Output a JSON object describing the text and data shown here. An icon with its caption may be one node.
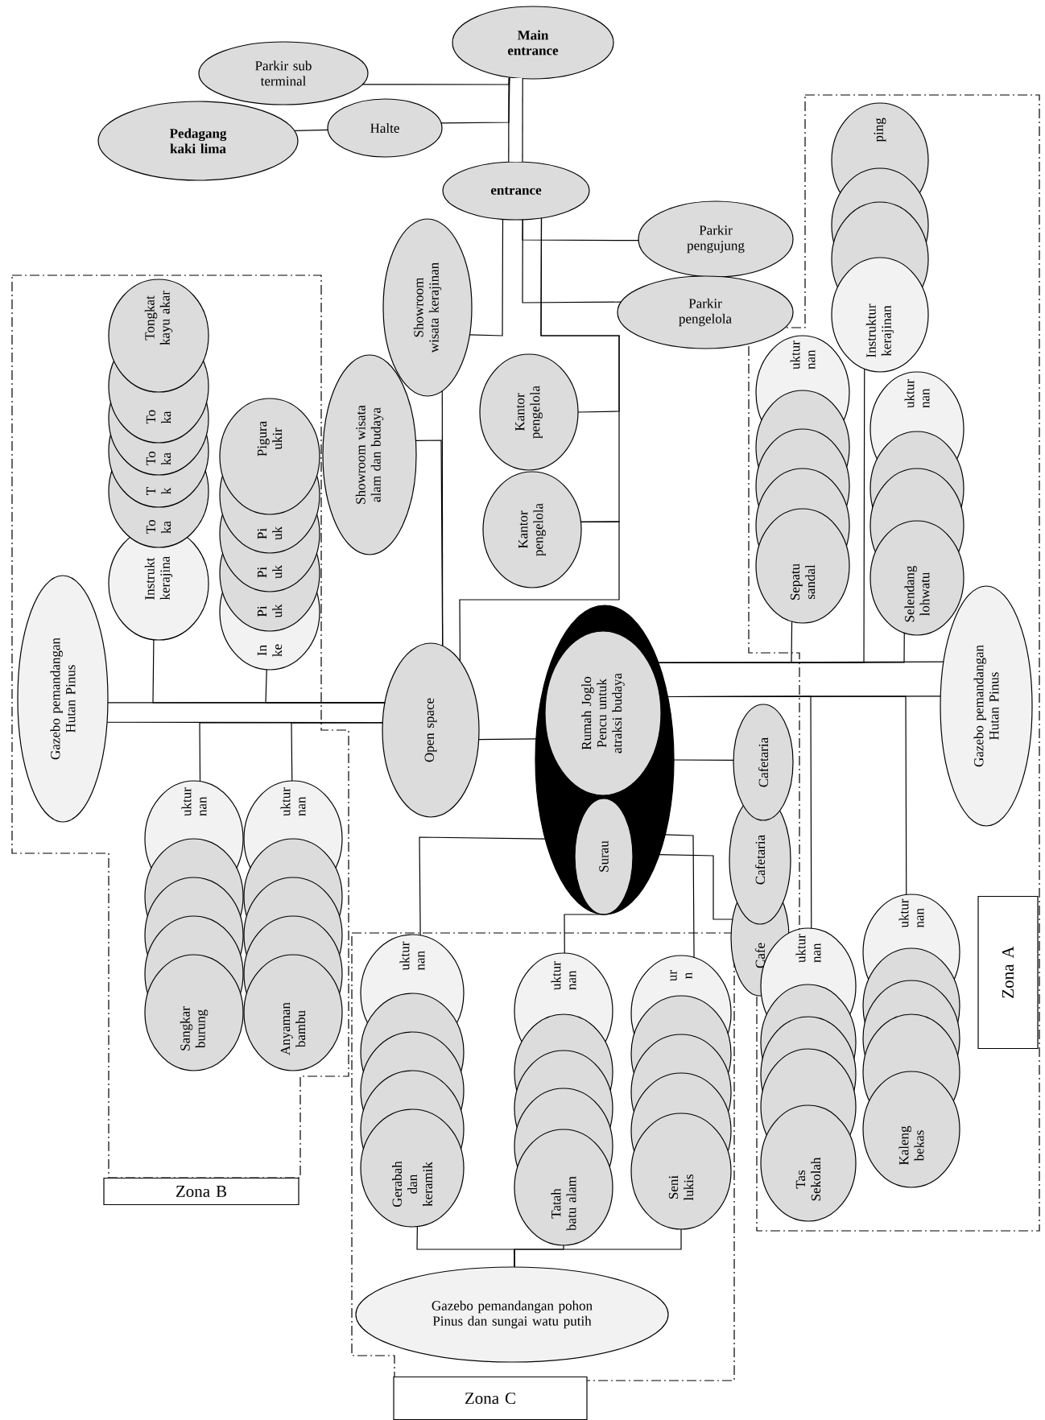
{
  "diagram": {
    "nodes": [
      {
        "text": [
          "Main entrance"
        ]
      },
      {
        "text": [
          "Parkir sub terminal"
        ]
      },
      {
        "text": [
          "Pedagang kaki lima"
        ]
      },
      {
        "text": [
          "Halte"
        ]
      },
      {
        "text": [
          "entrance"
        ]
      },
      {
        "text": [
          "Parkir pengujung"
        ]
      },
      {
        "text": [
          "Parkir pengelola"
        ]
      },
      {
        "text": [
          "Showroom wisata kerajinan"
        ]
      },
      {
        "text": [
          "Tongkat kayu akar"
        ]
      },
      {
        "text": [
          "To ka"
        ]
      },
      {
        "text": [
          "To ka"
        ]
      },
      {
        "text": [
          "T k"
        ]
      },
      {
        "text": [
          "To ka"
        ]
      },
      {
        "text": [
          "Instrukt kerajina"
        ]
      },
      {
        "text": [
          "ping"
        ]
      },
      {
        "text": [],
        "shape": "ellipse"
      },
      {
        "text": [],
        "shape": "ellipse"
      },
      {
        "text": [
          "Instruktur kerajinan"
        ]
      },
      {
        "text": [
          "Showroom wisata alam dan budaya"
        ]
      },
      {
        "text": [
          "Kantor pengelola"
        ]
      },
      {
        "text": [
          "Kantor pengelola"
        ]
      },
      {
        "text": [
          "Pigura ukir"
        ]
      },
      {
        "text": [
          "Pi uk"
        ]
      },
      {
        "text": [
          "Pi uk"
        ]
      },
      {
        "text": [
          "Pi uk"
        ]
      },
      {
        "text": [
          "In ke"
        ]
      },
      {
        "text": [
          "uktur nan"
        ]
      },
      {
        "text": [],
        "shape": "ellipse"
      },
      {
        "text": [],
        "shape": "ellipse"
      },
      {
        "text": [],
        "shape": "ellipse"
      },
      {
        "text": [
          "Sepatu sandal"
        ]
      },
      {
        "text": [
          "uktur nan"
        ]
      },
      {
        "text": [],
        "shape": "ellipse"
      },
      {
        "text": [],
        "shape": "ellipse"
      },
      {
        "text": [
          "Selendang lohwatu"
        ]
      },
      {
        "text": [
          "Gazebo pemandangan Hutan Pinus"
        ]
      },
      {
        "text": [
          "Open space"
        ]
      },
      {
        "text": [],
        "shape": "ellipse"
      },
      {
        "text": [
          "Rumah Joglo Pencu untuk atraksi budaya"
        ],
        "in": 37
      },
      {
        "text": [
          "Surau"
        ],
        "in": 37
      },
      {
        "text": [
          "Gazebo pemandangan Hutan Pinus"
        ]
      },
      {
        "text": [
          "Cafetaria"
        ]
      },
      {
        "text": [
          "Cafetaria"
        ]
      },
      {
        "text": [
          "Cafe"
        ]
      },
      {
        "text": [
          "uktur nan"
        ]
      },
      {
        "text": [],
        "shape": "ellipse"
      },
      {
        "text": [],
        "shape": "ellipse"
      },
      {
        "text": [],
        "shape": "ellipse"
      },
      {
        "text": [
          "Sangkar burung"
        ]
      },
      {
        "text": [
          "uktur nan"
        ]
      },
      {
        "text": [],
        "shape": "ellipse"
      },
      {
        "text": [],
        "shape": "ellipse"
      },
      {
        "text": [],
        "shape": "ellipse"
      },
      {
        "text": [
          "Anyaman bambu"
        ]
      },
      {
        "text": [
          "uktur nan"
        ]
      },
      {
        "text": [],
        "shape": "ellipse"
      },
      {
        "text": [],
        "shape": "ellipse"
      },
      {
        "text": [],
        "shape": "ellipse"
      },
      {
        "text": [
          "Gerabah dan keramik"
        ]
      },
      {
        "text": [
          "uktur nan"
        ]
      },
      {
        "text": [],
        "shape": "ellipse"
      },
      {
        "text": [],
        "shape": "ellipse"
      },
      {
        "text": [],
        "shape": "ellipse"
      },
      {
        "text": [
          "Tatah batu alam"
        ]
      },
      {
        "text": [
          "ur n"
        ]
      },
      {
        "text": [],
        "shape": "ellipse"
      },
      {
        "text": [],
        "shape": "ellipse"
      },
      {
        "text": [],
        "shape": "ellipse"
      },
      {
        "text": [
          "Seni lukis"
        ]
      },
      {
        "text": [
          "uktur nan"
        ]
      },
      {
        "text": [],
        "shape": "ellipse"
      },
      {
        "text": [],
        "shape": "ellipse"
      },
      {
        "text": [],
        "shape": "ellipse"
      },
      {
        "text": [
          "Tas Sekolah"
        ]
      },
      {
        "text": [
          "uktur nan"
        ]
      },
      {
        "text": [],
        "shape": "ellipse"
      },
      {
        "text": [],
        "shape": "ellipse"
      },
      {
        "text": [],
        "shape": "ellipse"
      },
      {
        "text": [
          "Kaleng bekas"
        ]
      },
      {
        "text": [
          "Zona A"
        ]
      },
      {
        "text": [
          "Zona B"
        ]
      },
      {
        "text": [
          "Gazebo pemandangan pohon Pinus dan sungai watu putih"
        ]
      },
      {
        "text": [
          "Zona C"
        ]
      }
    ],
    "edges": [
      {
        "from": 0,
        "to": 4,
        "arrow": "none",
        "style": "thick"
      },
      {
        "from": 1,
        "to": 0,
        "arrow": "none"
      },
      {
        "from": 3,
        "to": 0,
        "arrow": "none"
      },
      {
        "from": 2,
        "to": 3,
        "arrow": "none"
      },
      {
        "from": 4,
        "to": 7,
        "arrow": "none"
      },
      {
        "from": 4,
        "to": 5,
        "arrow": "none"
      },
      {
        "from": 4,
        "to": 6,
        "arrow": "none"
      },
      {
        "from": 4,
        "to": 19,
        "arrow": "none"
      },
      {
        "from": 4,
        "to": 20,
        "arrow": "none"
      },
      {
        "from": 7,
        "to": 36,
        "arrow": "none"
      },
      {
        "from": 18,
        "to": 36,
        "arrow": "none"
      },
      {
        "from": 20,
        "to": 36,
        "arrow": "none"
      },
      {
        "from": 36,
        "to": 37,
        "arrow": "none"
      },
      {
        "from": 35,
        "to": 36,
        "arrow": "none"
      },
      {
        "from": 35,
        "to": 36,
        "arrow": "none"
      },
      {
        "from": 13,
        "to": 36,
        "arrow": "none"
      },
      {
        "from": 25,
        "to": 36,
        "arrow": "none"
      },
      {
        "from": 44,
        "to": 36,
        "arrow": "none"
      },
      {
        "from": 49,
        "to": 36,
        "arrow": "none"
      },
      {
        "from": 37,
        "to": 40,
        "arrow": "none"
      },
      {
        "from": 17,
        "to": 37,
        "arrow": "none"
      },
      {
        "from": 30,
        "to": 37,
        "arrow": "none"
      },
      {
        "from": 34,
        "to": 37,
        "arrow": "none"
      },
      {
        "from": 37,
        "to": 40,
        "arrow": "none"
      },
      {
        "from": 37,
        "to": 69,
        "arrow": "none"
      },
      {
        "from": 37,
        "to": 74,
        "arrow": "none"
      },
      {
        "from": 37,
        "to": 41,
        "arrow": "none"
      },
      {
        "from": 37,
        "to": 54,
        "arrow": "none"
      },
      {
        "from": 37,
        "to": 59,
        "arrow": "none"
      },
      {
        "from": 37,
        "to": 64,
        "arrow": "none"
      },
      {
        "from": 37,
        "to": 43,
        "arrow": "none"
      },
      {
        "from": 58,
        "to": 81,
        "arrow": "none"
      },
      {
        "from": 63,
        "to": 81,
        "arrow": "none"
      },
      {
        "from": 68,
        "to": 81,
        "arrow": "none"
      }
    ]
  }
}
